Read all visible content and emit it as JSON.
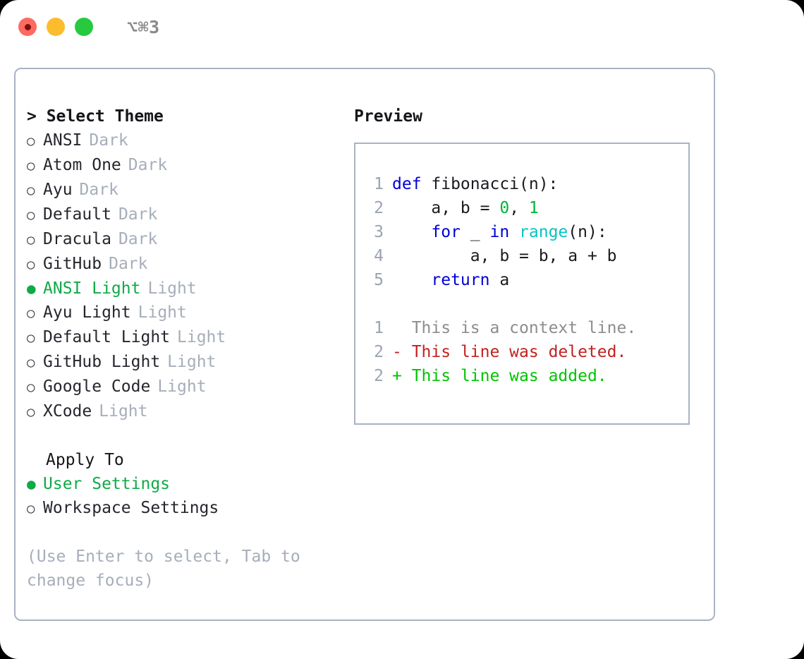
{
  "window": {
    "title": "⌥⌘3",
    "traffic_lights": [
      "close-red",
      "minimize-yellow",
      "maximize-green"
    ]
  },
  "colors": {
    "accent_green": "#0faa47",
    "panel_border": "#a9b3c2",
    "muted_text": "#a6aeba",
    "keyword_blue": "#0000d4",
    "number_green": "#00b33c",
    "function_cyan": "#06c4c4",
    "diff_delete_red": "#c32020",
    "diff_add_green": "#00c400"
  },
  "theme_list": {
    "header": "> Select Theme",
    "items": [
      {
        "marker": "○",
        "name": "ANSI",
        "variant": "Dark",
        "selected": false
      },
      {
        "marker": "○",
        "name": "Atom One",
        "variant": "Dark",
        "selected": false
      },
      {
        "marker": "○",
        "name": "Ayu",
        "variant": "Dark",
        "selected": false
      },
      {
        "marker": "○",
        "name": "Default",
        "variant": "Dark",
        "selected": false
      },
      {
        "marker": "○",
        "name": "Dracula",
        "variant": "Dark",
        "selected": false
      },
      {
        "marker": "○",
        "name": "GitHub",
        "variant": "Dark",
        "selected": false
      },
      {
        "marker": "●",
        "name": "ANSI Light",
        "variant": "Light",
        "selected": true
      },
      {
        "marker": "○",
        "name": "Ayu Light",
        "variant": "Light",
        "selected": false
      },
      {
        "marker": "○",
        "name": "Default Light",
        "variant": "Light",
        "selected": false
      },
      {
        "marker": "○",
        "name": "GitHub Light",
        "variant": "Light",
        "selected": false
      },
      {
        "marker": "○",
        "name": "Google Code",
        "variant": "Light",
        "selected": false
      },
      {
        "marker": "○",
        "name": "XCode",
        "variant": "Light",
        "selected": false
      }
    ]
  },
  "apply_to": {
    "header": "Apply To",
    "items": [
      {
        "marker": "●",
        "label": "User Settings",
        "selected": true
      },
      {
        "marker": "○",
        "label": "Workspace Settings",
        "selected": false
      }
    ]
  },
  "help": {
    "text": "(Use Enter to select, Tab to change focus)"
  },
  "preview": {
    "title": "Preview",
    "code_lines": [
      {
        "no": "1",
        "segments": [
          {
            "t": "def ",
            "c": "kw"
          },
          {
            "t": "fibonacci(n):",
            "c": "txt"
          }
        ]
      },
      {
        "no": "2",
        "segments": [
          {
            "t": "    a, b = ",
            "c": "txt"
          },
          {
            "t": "0",
            "c": "num"
          },
          {
            "t": ", ",
            "c": "txt"
          },
          {
            "t": "1",
            "c": "num"
          }
        ]
      },
      {
        "no": "3",
        "segments": [
          {
            "t": "    ",
            "c": "txt"
          },
          {
            "t": "for",
            "c": "kw"
          },
          {
            "t": " _ ",
            "c": "txt"
          },
          {
            "t": "in",
            "c": "kw"
          },
          {
            "t": " ",
            "c": "txt"
          },
          {
            "t": "range",
            "c": "fn"
          },
          {
            "t": "(n):",
            "c": "txt"
          }
        ]
      },
      {
        "no": "4",
        "segments": [
          {
            "t": "        a, b = b, a + b",
            "c": "txt"
          }
        ]
      },
      {
        "no": "5",
        "segments": [
          {
            "t": "    ",
            "c": "txt"
          },
          {
            "t": "return",
            "c": "kw"
          },
          {
            "t": " a",
            "c": "txt"
          }
        ]
      }
    ],
    "diff_lines": [
      {
        "no": "1",
        "prefix": "  ",
        "text": "This is a context line.",
        "kind": "ctx"
      },
      {
        "no": "2",
        "prefix": "- ",
        "text": "This line was deleted.",
        "kind": "del"
      },
      {
        "no": "2",
        "prefix": "+ ",
        "text": "This line was added.",
        "kind": "add"
      }
    ]
  }
}
